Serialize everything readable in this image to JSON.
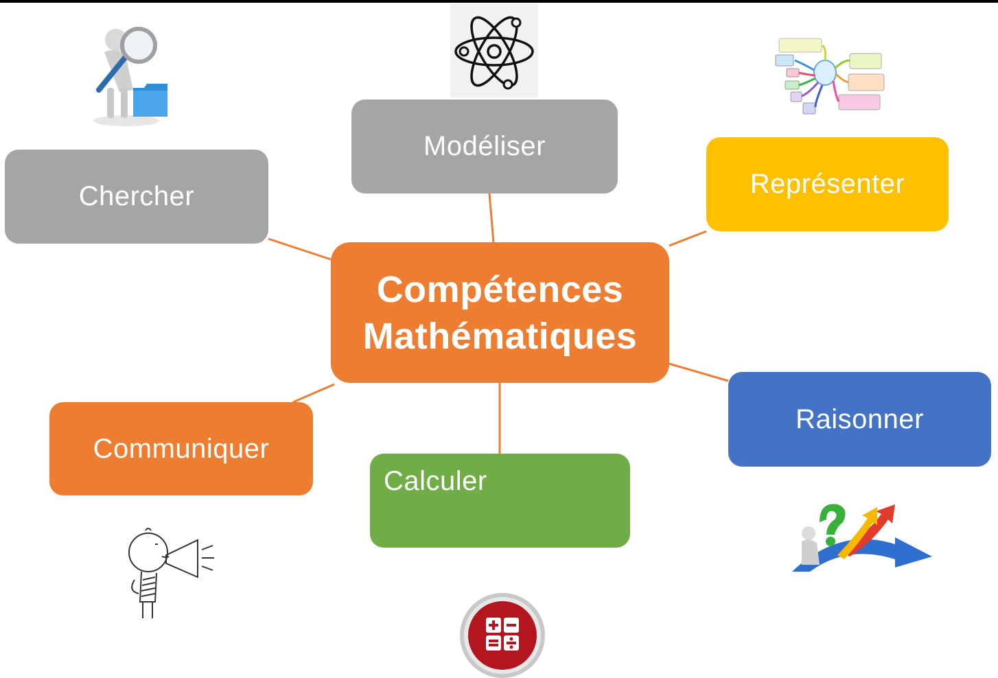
{
  "diagram": {
    "center": {
      "line1": "Compétences",
      "line2": "Mathématiques",
      "color": "#ed7d31"
    },
    "nodes": {
      "chercher": {
        "label": "Chercher",
        "color": "#a5a5a5"
      },
      "modeliser": {
        "label": "Modéliser",
        "color": "#a5a5a5"
      },
      "representer": {
        "label": "Représenter",
        "color": "#ffc000"
      },
      "raisonner": {
        "label": "Raisonner",
        "color": "#4472c4"
      },
      "calculer": {
        "label": "Calculer",
        "color": "#70ad47"
      },
      "communiquer": {
        "label": "Communiquer",
        "color": "#ed7d31"
      }
    },
    "connector_color": "#ed7d31",
    "illustrations": [
      "magnifier-person-icon",
      "atom-icon",
      "mind-map-icon",
      "question-arrows-icon",
      "megaphone-person-icon",
      "calculator-icon"
    ]
  }
}
